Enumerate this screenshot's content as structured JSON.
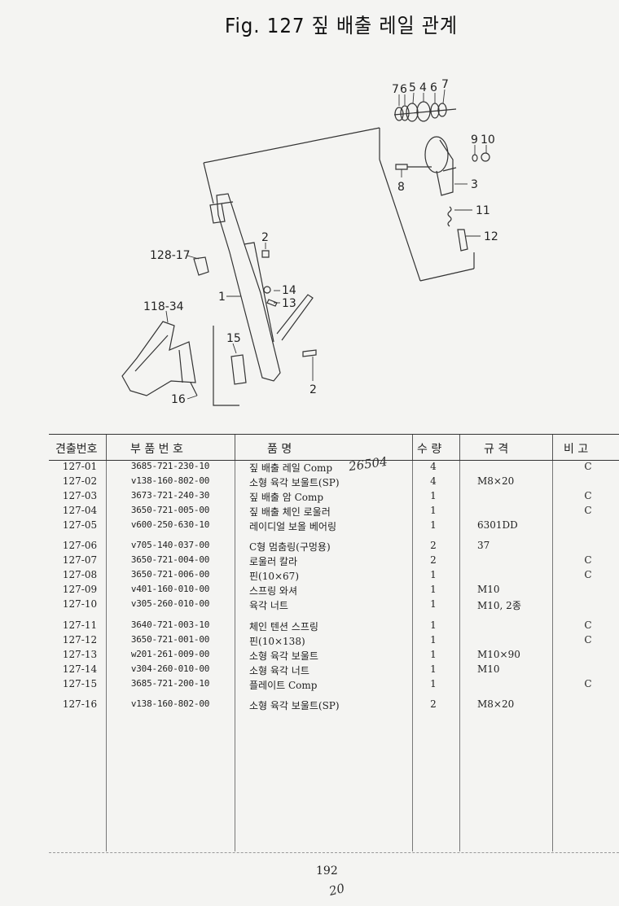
{
  "header": {
    "title": "Fig. 127  짚 배출 레일 관계"
  },
  "diagram": {
    "callouts": [
      "7",
      "6",
      "5",
      "4",
      "6",
      "7",
      "9",
      "10",
      "8",
      "3",
      "11",
      "12",
      "2",
      "128-17",
      "14",
      "13",
      "1",
      "118-34",
      "15",
      "2",
      "16",
      "2"
    ]
  },
  "table": {
    "columns": [
      "견출번호",
      "부  품  번  호",
      "품                              명",
      "수  량",
      "규      격",
      "비      고"
    ],
    "rows": [
      {
        "index": "127-01",
        "part": "3685-721-230-10",
        "name": "짚 배출 레일 Comp",
        "qty": "4",
        "spec": "",
        "note": "C"
      },
      {
        "index": "127-02",
        "part": "v138-160-802-00",
        "name": "소형 육각 보울트(SP)",
        "qty": "4",
        "spec": "M8×20",
        "note": ""
      },
      {
        "index": "127-03",
        "part": "3673-721-240-30",
        "name": "짚 배출 암 Comp",
        "qty": "1",
        "spec": "",
        "note": "C"
      },
      {
        "index": "127-04",
        "part": "3650-721-005-00",
        "name": "짚 배출 체인 로울러",
        "qty": "1",
        "spec": "",
        "note": "C"
      },
      {
        "index": "127-05",
        "part": "v600-250-630-10",
        "name": "레이디얼 보올 베어링",
        "qty": "1",
        "spec": "6301DD",
        "note": ""
      },
      {
        "index": "127-06",
        "part": "v705-140-037-00",
        "name": "C형 멈춤링(구멍용)",
        "qty": "2",
        "spec": "37",
        "note": ""
      },
      {
        "index": "127-07",
        "part": "3650-721-004-00",
        "name": "로울러 칼라",
        "qty": "2",
        "spec": "",
        "note": "C"
      },
      {
        "index": "127-08",
        "part": "3650-721-006-00",
        "name": "핀(10×67)",
        "qty": "1",
        "spec": "",
        "note": "C"
      },
      {
        "index": "127-09",
        "part": "v401-160-010-00",
        "name": "스프링 와셔",
        "qty": "1",
        "spec": "M10",
        "note": ""
      },
      {
        "index": "127-10",
        "part": "v305-260-010-00",
        "name": "육각 너트",
        "qty": "1",
        "spec": "M10, 2종",
        "note": ""
      },
      {
        "index": "127-11",
        "part": "3640-721-003-10",
        "name": "체인 텐션 스프링",
        "qty": "1",
        "spec": "",
        "note": "C"
      },
      {
        "index": "127-12",
        "part": "3650-721-001-00",
        "name": "핀(10×138)",
        "qty": "1",
        "spec": "",
        "note": "C"
      },
      {
        "index": "127-13",
        "part": "w201-261-009-00",
        "name": "소형 육각 보울트",
        "qty": "1",
        "spec": "M10×90",
        "note": ""
      },
      {
        "index": "127-14",
        "part": "v304-260-010-00",
        "name": "소형 육각 너트",
        "qty": "1",
        "spec": "M10",
        "note": ""
      },
      {
        "index": "127-15",
        "part": "3685-721-200-10",
        "name": "플레이트 Comp",
        "qty": "1",
        "spec": "",
        "note": "C"
      },
      {
        "index": "127-16",
        "part": "v138-160-802-00",
        "name": "소형 육각 보울트(SP)",
        "qty": "2",
        "spec": "M8×20",
        "note": ""
      }
    ]
  },
  "handwritten": {
    "note_top": "26504",
    "note_bottom": "20"
  },
  "footer": {
    "page_number": "192"
  }
}
